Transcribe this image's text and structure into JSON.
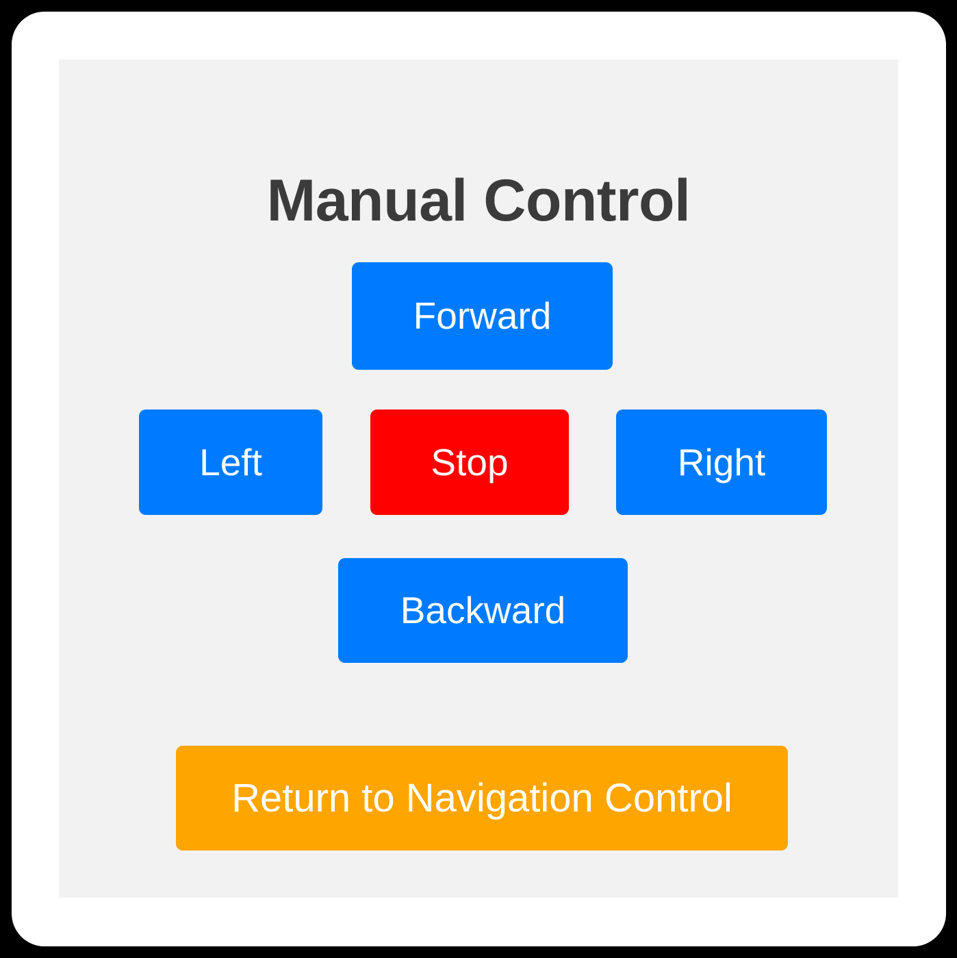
{
  "screen": {
    "title": "Manual Control",
    "background_color": "#000000",
    "card_color": "#ffffff",
    "panel_color": "#f2f2f2",
    "title_color": "#3b3b3b"
  },
  "colors": {
    "primary_blue": "#007bff",
    "danger_red": "#ff0000",
    "warning_orange": "#ffa500",
    "button_text": "#ffffff"
  },
  "controls": {
    "forward": {
      "label": "Forward",
      "color": "#007bff"
    },
    "left": {
      "label": "Left",
      "color": "#007bff"
    },
    "stop": {
      "label": "Stop",
      "color": "#ff0000"
    },
    "right": {
      "label": "Right",
      "color": "#007bff"
    },
    "backward": {
      "label": "Backward",
      "color": "#007bff"
    }
  },
  "footer": {
    "return_button": {
      "label": "Return to Navigation Control",
      "color": "#ffa500"
    }
  }
}
